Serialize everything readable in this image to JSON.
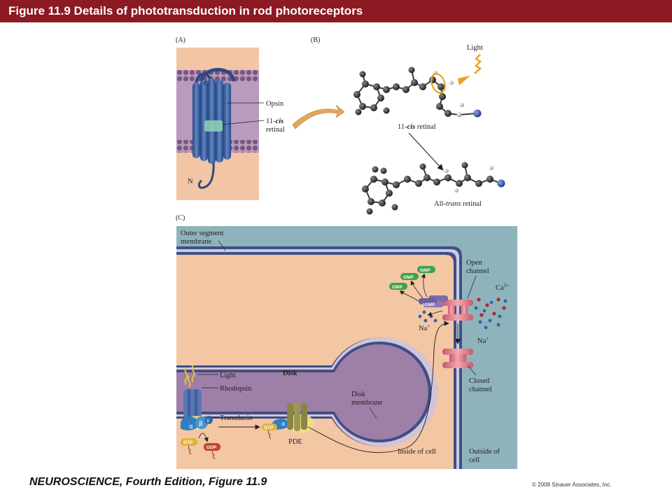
{
  "title": "Figure 11.9  Details of phototransduction in rod photoreceptors",
  "panels": {
    "a": "(A)",
    "b": "(B)",
    "c": "(C)"
  },
  "panel_a": {
    "c_terminal": "C",
    "n_terminal": "N",
    "opsin": "Opsin",
    "retinal_line1": "11-",
    "retinal_cis": "cis",
    "retinal_line2": "retinal"
  },
  "panel_b": {
    "light": "Light",
    "cis_prefix": "11-",
    "cis_word": "cis",
    "cis_suffix": " retinal",
    "trans_prefix": "All-",
    "trans_word": "trans",
    "trans_suffix": " retinal"
  },
  "panel_c": {
    "outer_segment_1": "Outer segment",
    "outer_segment_2": "membrane",
    "disk": "Disk",
    "disk_membrane_1": "Disk",
    "disk_membrane_2": "membrane",
    "light": "Light",
    "rhodopsin": "Rhodopsin",
    "transducin": "Transducin",
    "pde": "PDE",
    "gtp": "GTP",
    "gdp": "GDP",
    "alpha": "α",
    "beta": "β",
    "gamma": "γ",
    "gmp": "GMP",
    "cgmp": "cGMP",
    "open_channel_1": "Open",
    "open_channel_2": "channel",
    "closed_channel_1": "Closed",
    "closed_channel_2": "channel",
    "ca": "Ca",
    "ca_sup": "2+",
    "na": "Na",
    "na_sup": "+",
    "inside": "Inside of cell",
    "outside_1": "Outside of",
    "outside_2": "cell"
  },
  "footer": {
    "book": "NEUROSCIENCE, Fourth Edition, Figure 11.9",
    "copyright": "© 2008 Sinauer Associates, Inc."
  },
  "colors": {
    "title_bar": "#8b1a22",
    "cytoplasm": "#f3c6a4",
    "extracellular": "#8fb3bb",
    "disk_fill": "#9e7fa7",
    "membrane": "#3f4f86",
    "opsin_blue": "#3d63a3",
    "gmp_green": "#3ea14b",
    "gtp_yellow": "#e2b23b",
    "gdp_red": "#c2452f"
  }
}
